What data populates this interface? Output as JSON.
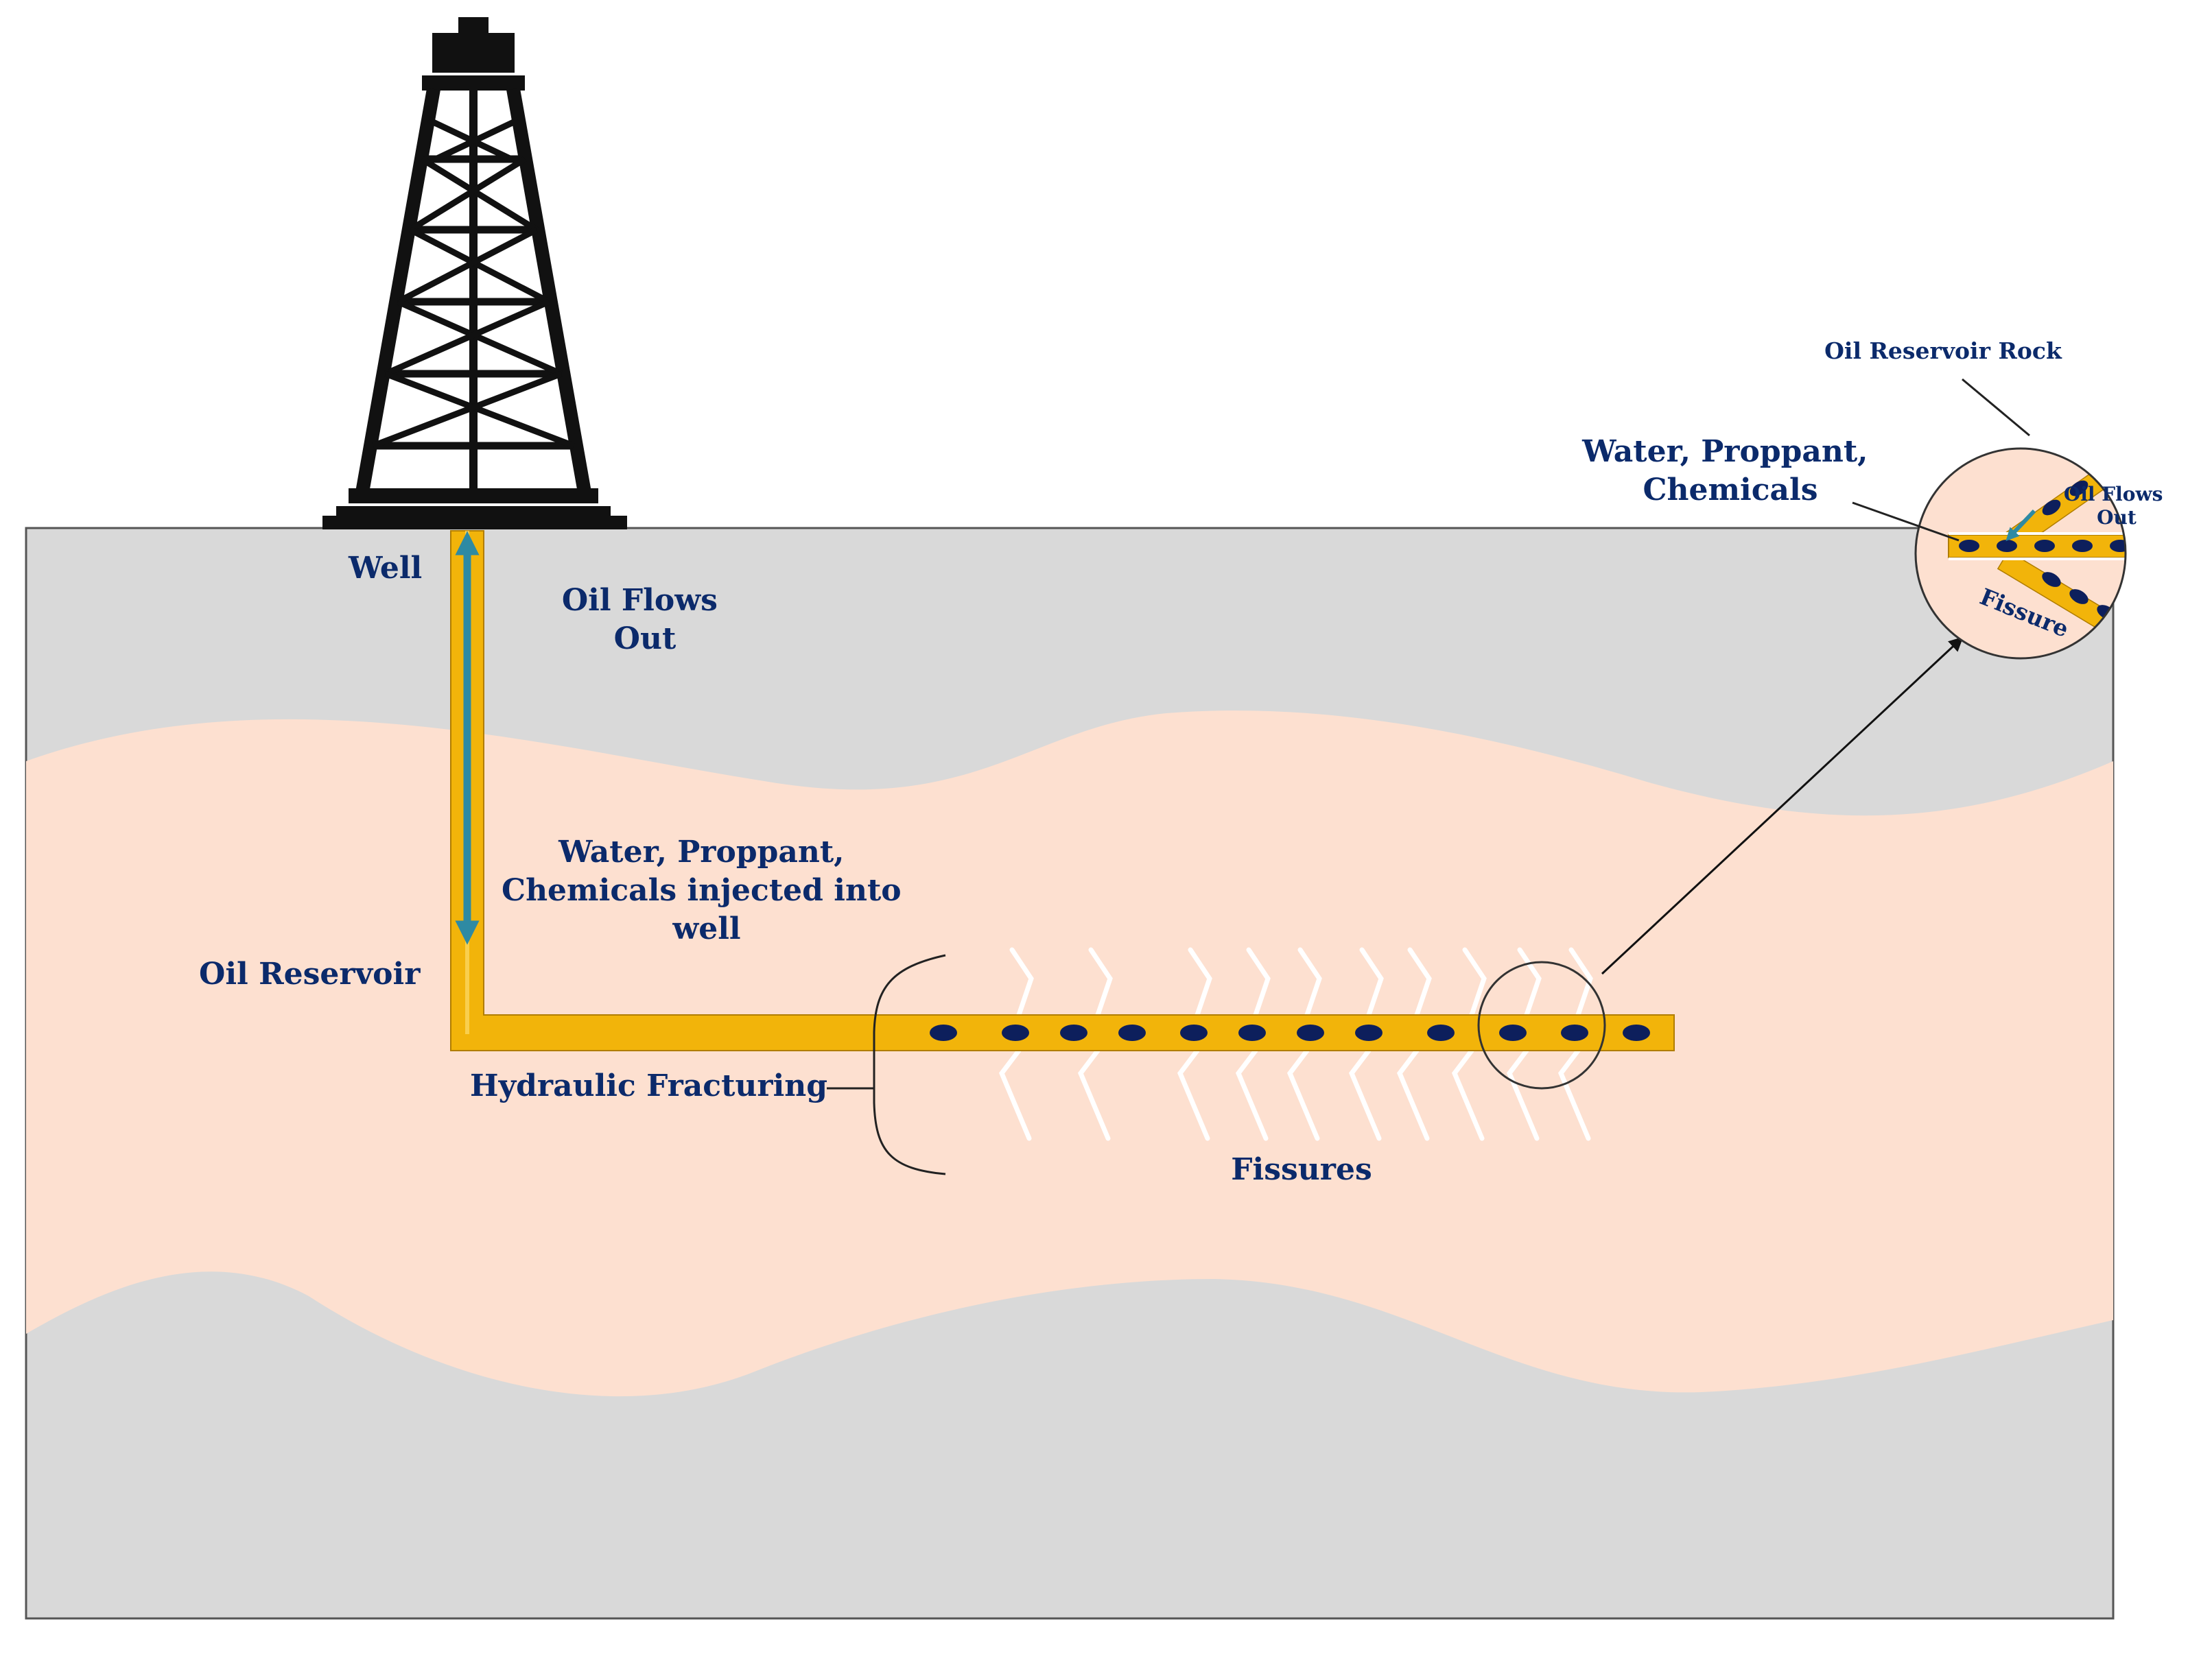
{
  "colors": {
    "rock_gray": "#d9d9d9",
    "reservoir_pink": "#fde0d0",
    "pipe_gold": "#f2b40a",
    "arrow_teal": "#2e8aa3",
    "oil_droplet": "#0d1f5c",
    "label_navy": "#0b2a6b",
    "rig_black": "#111111"
  },
  "icons": {
    "rig": "derrick-icon",
    "droplet": "oil-droplet-icon"
  },
  "labels": {
    "well": "Well",
    "oil_flows_out": [
      "Oil Flows",
      "Out"
    ],
    "injection": [
      "Water, Proppant,",
      "Chemicals injected into",
      "well"
    ],
    "oil_reservoir": "Oil Reservoir",
    "hydraulic_fracturing": "Hydraulic Fracturing",
    "fissures": "Fissures"
  },
  "inset": {
    "title": "Oil Reservoir Rock",
    "injection": [
      "Water, Proppant,",
      "Chemicals"
    ],
    "oil_flows_out": [
      "Oil Flows",
      "Out"
    ],
    "fissure": "Fissure"
  }
}
